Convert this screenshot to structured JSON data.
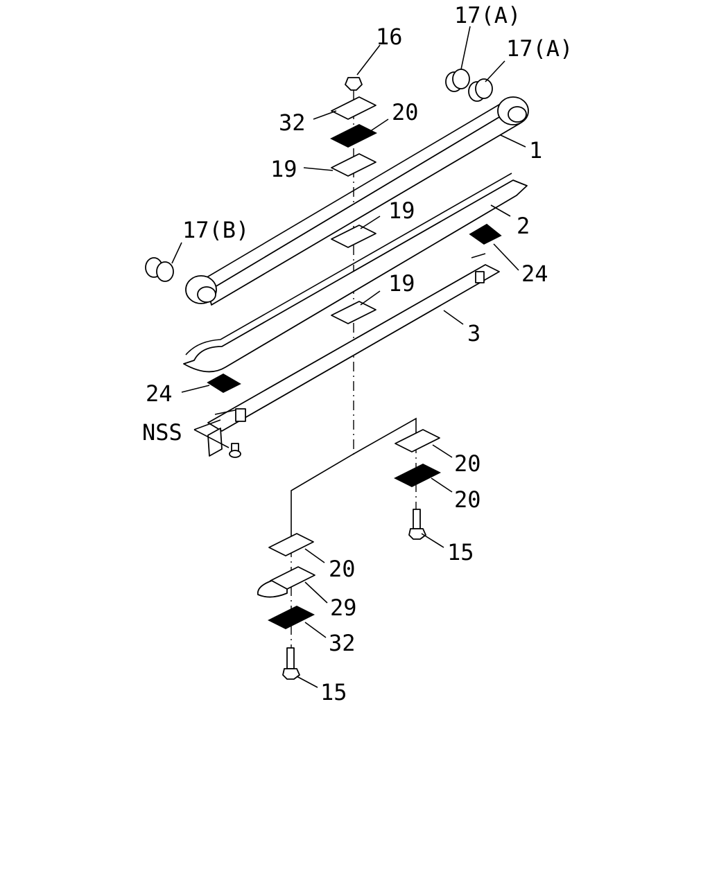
{
  "labels": {
    "l17a_top": "17(A)",
    "l17a_right": "17(A)",
    "l16": "16",
    "l32_top": "32",
    "l20_top": "20",
    "l1": "1",
    "l19_top": "19",
    "l17b": "17(B)",
    "l19_mid": "19",
    "l2": "2",
    "l24_right": "24",
    "l19_low": "19",
    "l3": "3",
    "l24_left": "24",
    "lnss": "NSS",
    "l20_r1": "20",
    "l20_r2": "20",
    "l15_right": "15",
    "l20_left": "20",
    "l29": "29",
    "l32_bottom": "32",
    "l15_bottom": "15"
  }
}
